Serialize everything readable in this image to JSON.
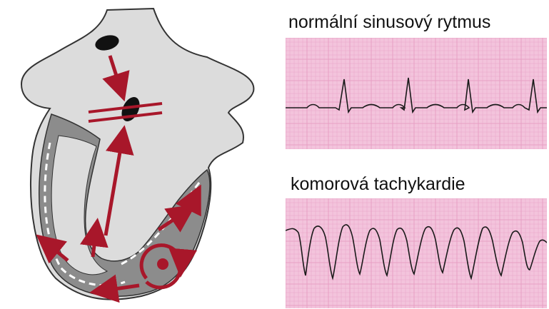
{
  "figure": {
    "colors": {
      "heart_fill": "#dcdcdc",
      "heart_outline": "#333333",
      "ventricle_wall": "#8c8c8c",
      "conduction_arrow": "#a8172a",
      "node": "#111111",
      "ecg_paper": "#f3c4dc",
      "ecg_grid": "#e79fc4",
      "ecg_trace": "#1a1a1a"
    },
    "icons": [
      "sinoatrial-node-icon",
      "atrioventricular-node-icon",
      "conduction-block-icon",
      "reentry-circuit-icon"
    ]
  },
  "strips": [
    {
      "id": "sinus",
      "title": "normální sinusový rytmus"
    },
    {
      "id": "vt",
      "title": "komorová tachykardie"
    }
  ]
}
